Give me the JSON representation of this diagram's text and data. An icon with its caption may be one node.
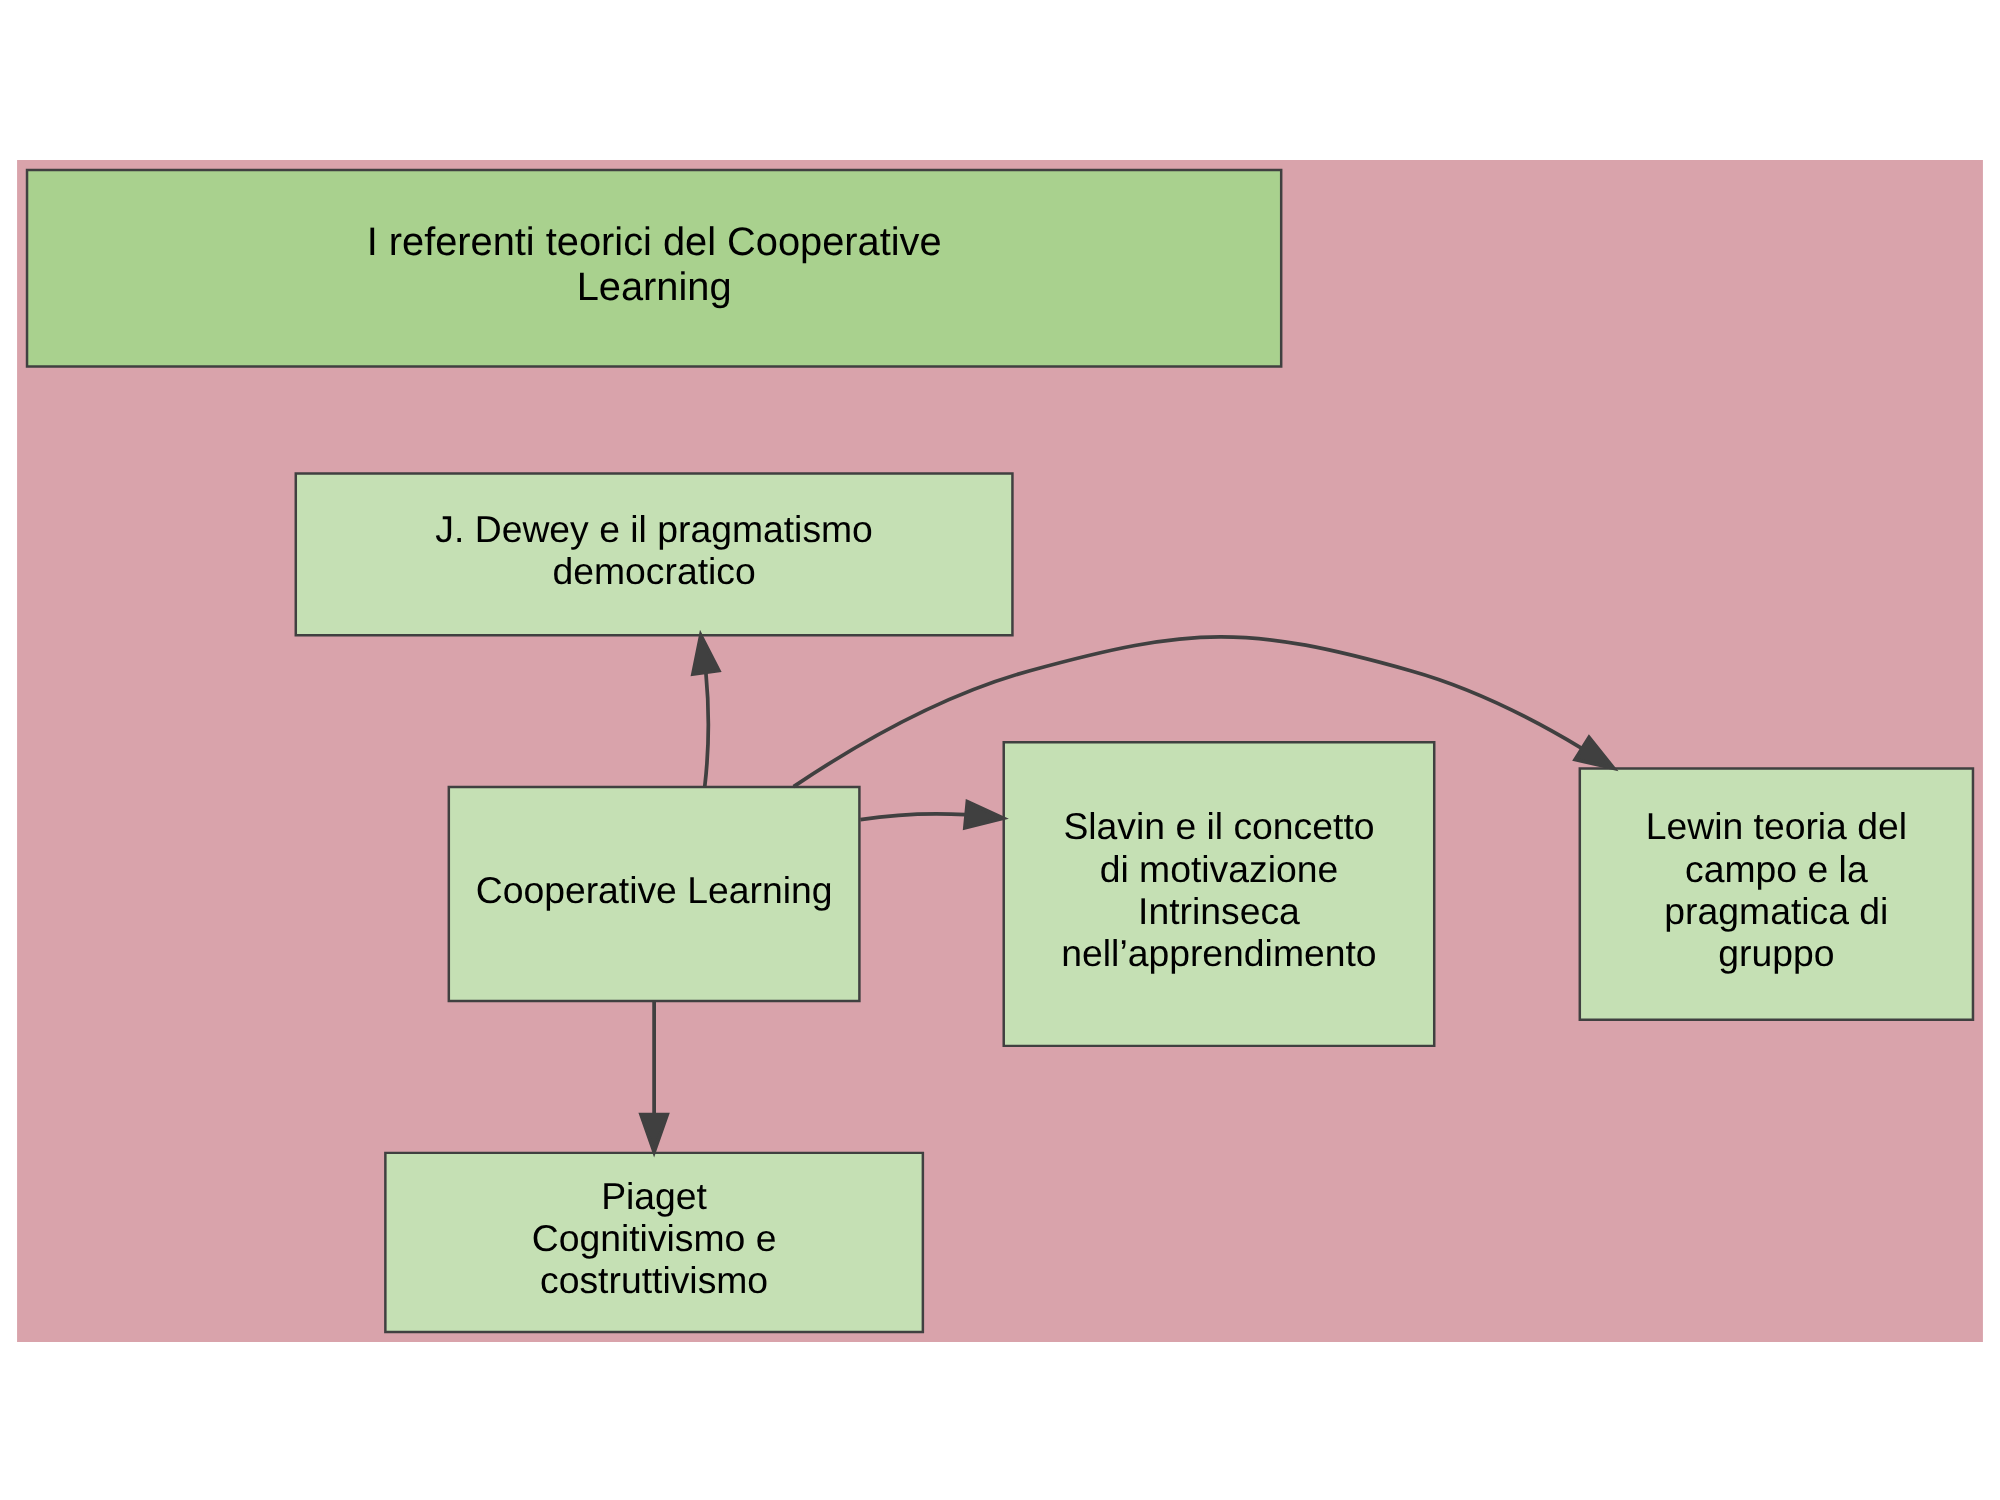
{
  "diagram": {
    "nodes": [
      {
        "text": [
          "I referenti teorici del Cooperative Learning"
        ]
      },
      {
        "text": [
          "J. Dewey e il pragmatismo democratico"
        ]
      },
      {
        "text": [
          "Lewin teoria del campo e la pragmatica di gruppo"
        ]
      },
      {
        "text": [
          "Cooperative Learning"
        ]
      },
      {
        "text": [
          "Slavin e il concetto di motivazione Intrinseca nell’apprendimento"
        ]
      },
      {
        "text": [
          "Piaget Cognitivismo e costruttivismo"
        ]
      }
    ],
    "edges": [
      {
        "from": 3,
        "to": 1,
        "arrow": "to"
      },
      {
        "from": 3,
        "to": 2,
        "arrow": "to"
      },
      {
        "from": 3,
        "to": 4,
        "arrow": "to"
      },
      {
        "from": 3,
        "to": 5,
        "arrow": "to"
      }
    ]
  }
}
